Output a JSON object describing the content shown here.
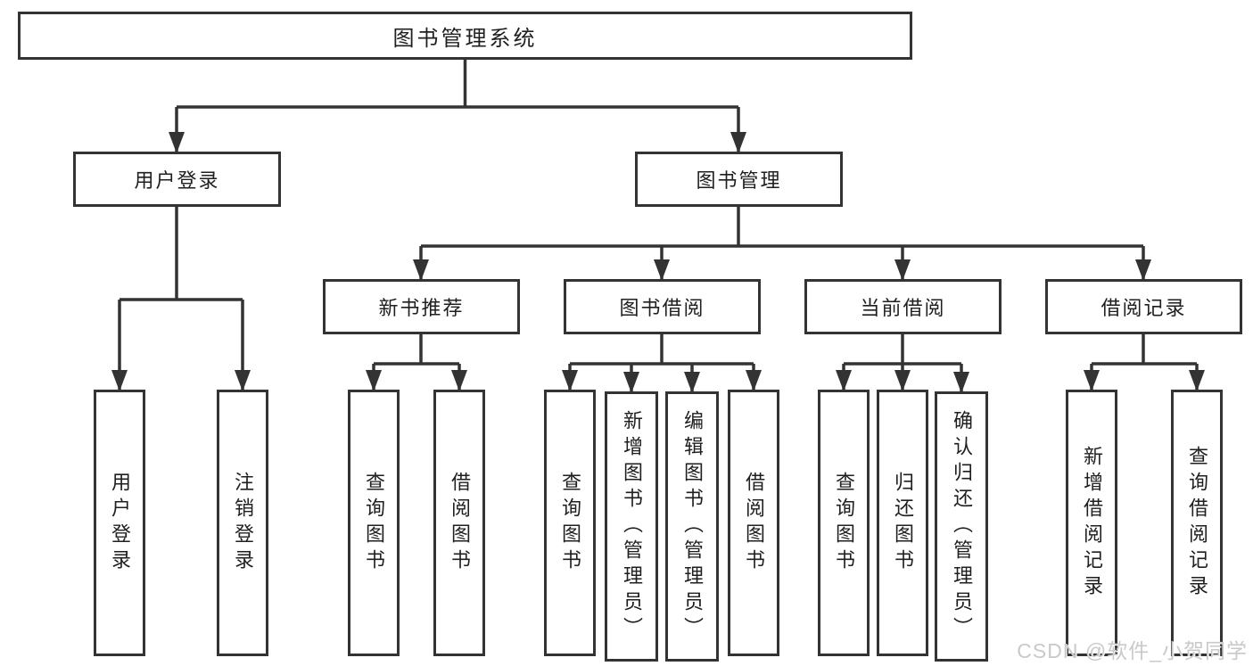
{
  "diagram": {
    "type": "hierarchy",
    "root": {
      "label": "图书管理系统"
    },
    "level2": {
      "user_login": {
        "label": "用户登录"
      },
      "book_mgmt": {
        "label": "图书管理"
      }
    },
    "level3": {
      "new_books": {
        "label": "新书推荐"
      },
      "book_borrow": {
        "label": "图书借阅"
      },
      "current_borrow": {
        "label": "当前借阅"
      },
      "borrow_records": {
        "label": "借阅记录"
      }
    },
    "leaves": {
      "user_login": [
        "用户登录",
        "注销登录"
      ],
      "new_books": [
        "查询图书",
        "借阅图书"
      ],
      "book_borrow": [
        "查询图书",
        "新增图书（管理员）",
        "编辑图书（管理员）",
        "借阅图书"
      ],
      "current_borrow": [
        "查询图书",
        "归还图书",
        "确认归还（管理员）"
      ],
      "borrow_records": [
        "新增借阅记录",
        "查询借阅记录"
      ]
    },
    "colors": {
      "line": "#333333",
      "text": "#1f1f1f",
      "background": "#ffffff",
      "watermark": "#c9c9c9"
    }
  },
  "watermark": "CSDN @软件_小贺同学"
}
